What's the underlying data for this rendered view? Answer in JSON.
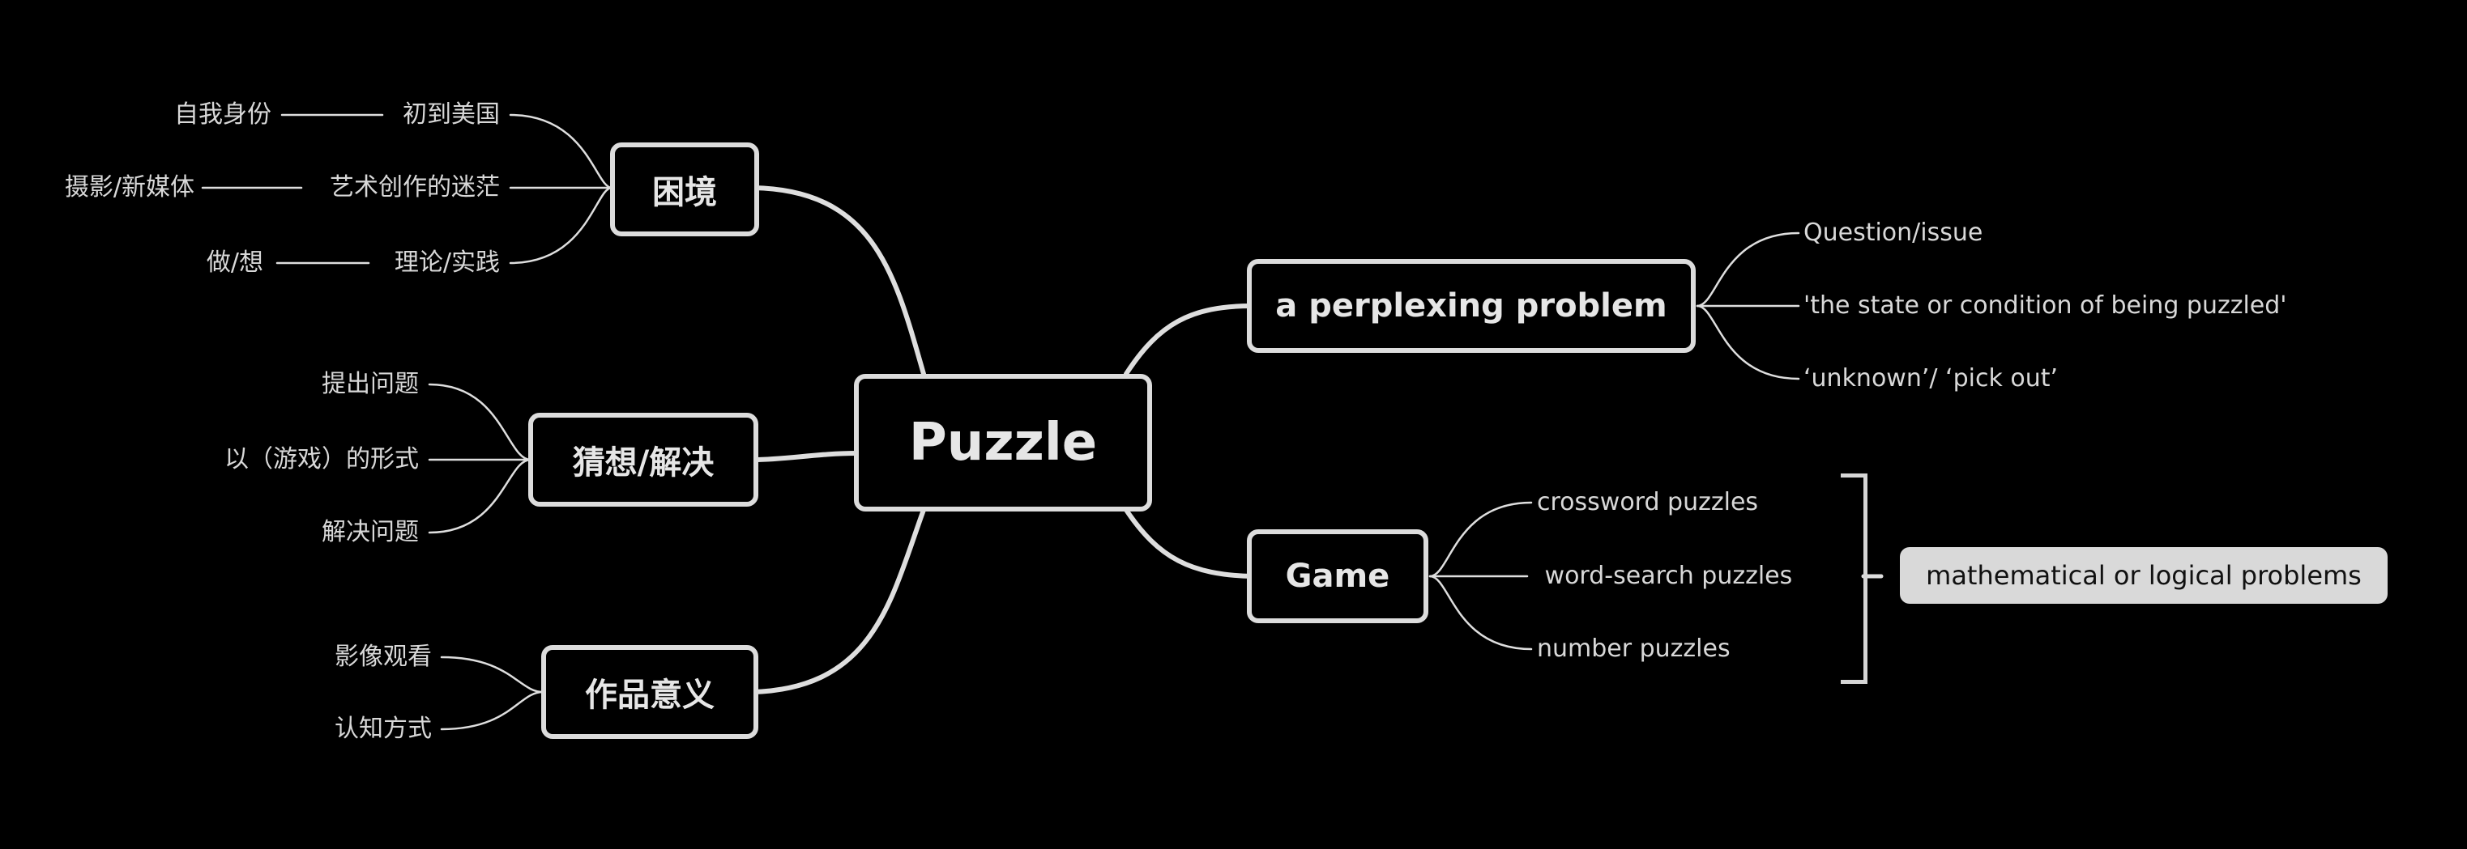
{
  "center": {
    "label": "Puzzle"
  },
  "left": {
    "dilemma": {
      "label": "困境",
      "children": [
        "初到美国",
        "艺术创作的迷茫",
        "理论/实践"
      ],
      "grandchildren": [
        "自我身份",
        "摄影/新媒体",
        "做/想"
      ]
    },
    "conjecture": {
      "label": "猜想/解决",
      "children": [
        "提出问题",
        "以（游戏）的形式",
        "解决问题"
      ]
    },
    "meaning": {
      "label": "作品意义",
      "children": [
        "影像观看",
        "认知方式"
      ]
    }
  },
  "right": {
    "problem": {
      "label": "a perplexing problem",
      "children": [
        "Question/issue",
        "'the state or condition of being puzzled'",
        "‘unknown’/ ‘pick out’"
      ]
    },
    "game": {
      "label": "Game",
      "children": [
        "crossword puzzles",
        " word-search puzzles",
        "number puzzles"
      ],
      "summary": "mathematical or logical problems"
    }
  }
}
